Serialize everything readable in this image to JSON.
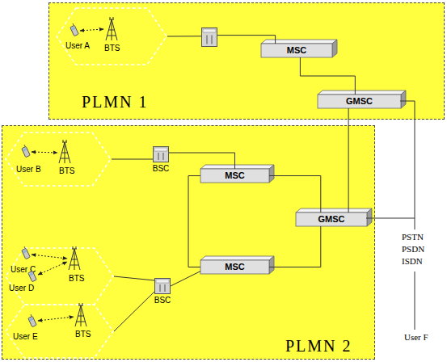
{
  "diagram": {
    "nodes": [
      {
        "text": [
          "PLMN 1"
        ]
      },
      {
        "text": [
          "User A",
          "BTS"
        ],
        "in": 0
      },
      {
        "text": [],
        "in": 0
      },
      {
        "text": [
          "MSC"
        ],
        "in": 0
      },
      {
        "text": [
          "GMSC"
        ],
        "in": 0
      },
      {
        "text": [
          "PLMN 2"
        ]
      },
      {
        "text": [
          "User B",
          "BTS"
        ],
        "in": 5
      },
      {
        "text": [
          "BSC"
        ],
        "in": 5
      },
      {
        "text": [
          "MSC"
        ],
        "in": 5
      },
      {
        "text": [
          "GMSC"
        ],
        "in": 5
      },
      {
        "text": [
          "MSC"
        ],
        "in": 5
      },
      {
        "text": [
          "User C",
          "User D",
          "BTS"
        ],
        "in": 5
      },
      {
        "text": [
          "User E",
          "BTS"
        ],
        "in": 5
      },
      {
        "text": [
          "BSC"
        ],
        "in": 5
      }
    ],
    "edges": [
      {
        "from": 1,
        "to": 2,
        "arrow": "none"
      },
      {
        "from": 2,
        "to": 3,
        "arrow": "none"
      },
      {
        "from": 3,
        "to": 4,
        "arrow": "none"
      },
      {
        "from": 4,
        "to": 9,
        "arrow": "none"
      },
      {
        "from": 6,
        "to": 7,
        "arrow": "none"
      },
      {
        "from": 7,
        "to": 8,
        "arrow": "none"
      },
      {
        "from": 8,
        "to": 9,
        "arrow": "none"
      },
      {
        "from": 8,
        "to": 10,
        "arrow": "none"
      },
      {
        "from": 10,
        "to": 9,
        "arrow": "none"
      },
      {
        "from": 11,
        "to": 13,
        "arrow": "none"
      },
      {
        "from": 12,
        "to": 13,
        "arrow": "none"
      },
      {
        "from": 13,
        "to": 10,
        "arrow": "none"
      }
    ],
    "labels": [
      "PSTN",
      "PSDN",
      "ISDN",
      "User F"
    ]
  }
}
